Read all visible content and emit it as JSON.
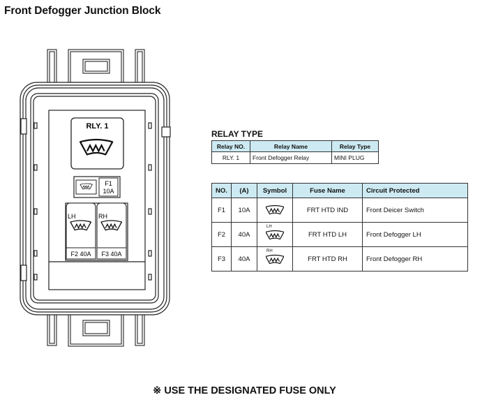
{
  "title": "Front Defogger Junction Block",
  "block": {
    "relay_label": "RLY. 1",
    "f1_name": "F1",
    "f1_rating": "10A",
    "lh_label": "LH",
    "rh_label": "RH",
    "f2_label": "F2 40A",
    "f3_label": "F3 40A"
  },
  "relay_table": {
    "title": "RELAY TYPE",
    "headers": [
      "Relay NO.",
      "Relay Name",
      "Relay Type"
    ],
    "rows": [
      [
        "RLY. 1",
        "Front Defogger Relay",
        "MINI PLUG"
      ]
    ]
  },
  "fuse_table": {
    "headers": [
      "NO.",
      "(A)",
      "Symbol",
      "Fuse Name",
      "Circuit Protected"
    ],
    "rows": [
      {
        "no": "F1",
        "amp": "10A",
        "symbol_icon": "defogger-icon",
        "symbol_side": "",
        "fuse_name": "FRT HTD IND",
        "circuit": "Front Deicer Switch"
      },
      {
        "no": "F2",
        "amp": "40A",
        "symbol_icon": "defogger-icon",
        "symbol_side": "LH",
        "fuse_name": "FRT HTD  LH",
        "circuit": "Front Defogger LH"
      },
      {
        "no": "F3",
        "amp": "40A",
        "symbol_icon": "defogger-icon",
        "symbol_side": "RH",
        "fuse_name": "FRT HTD  RH",
        "circuit": "Front Defogger RH"
      }
    ]
  },
  "note": "※ USE THE DESIGNATED FUSE ONLY"
}
